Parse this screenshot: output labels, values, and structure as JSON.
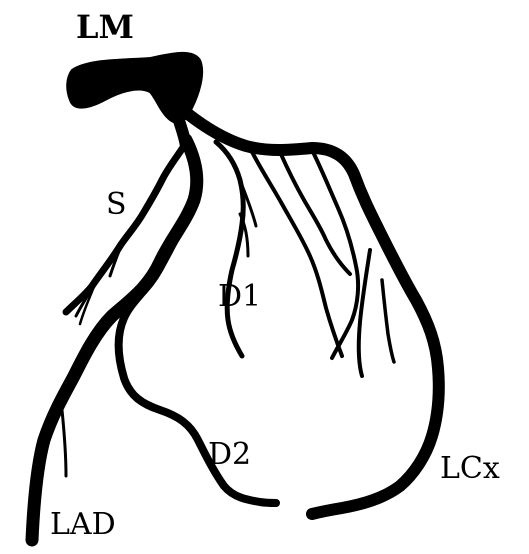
{
  "labels": {
    "lm": "LM",
    "s": "S",
    "d1": "D1",
    "d2": "D2",
    "lad": "LAD",
    "lcx": "LCx"
  },
  "colors": {
    "vessel": "#000000",
    "background": "#ffffff"
  }
}
